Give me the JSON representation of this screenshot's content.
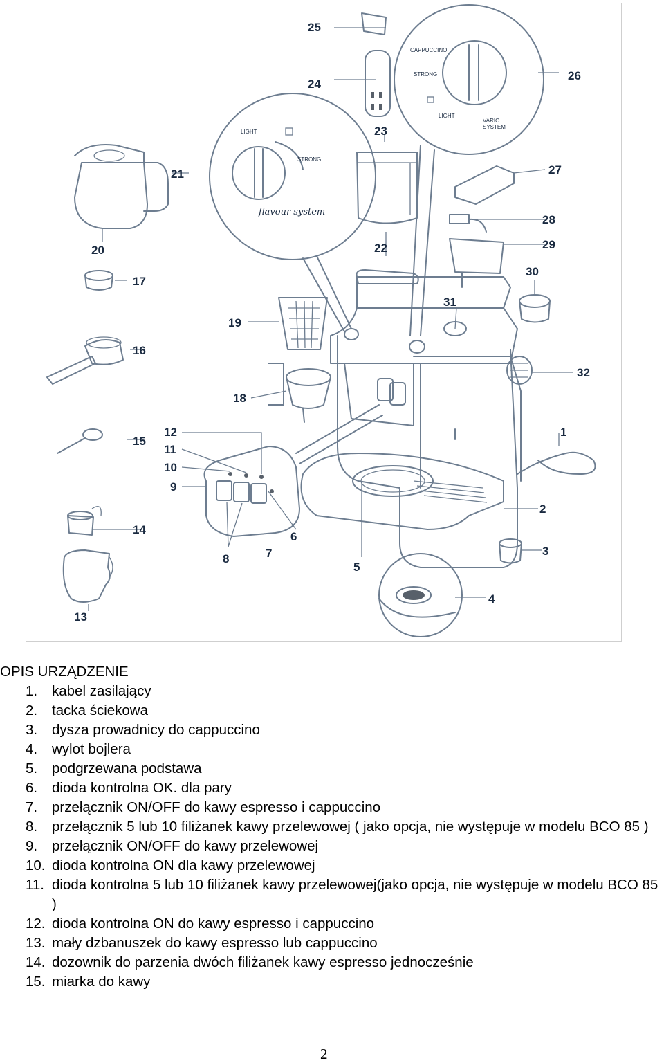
{
  "figure": {
    "callouts": [
      "1",
      "2",
      "3",
      "4",
      "5",
      "6",
      "7",
      "8",
      "9",
      "10",
      "11",
      "12",
      "13",
      "14",
      "15",
      "16",
      "17",
      "18",
      "19",
      "20",
      "21",
      "22",
      "23",
      "24",
      "25",
      "26",
      "27",
      "28",
      "29",
      "30",
      "31",
      "32"
    ],
    "flavour_dial": {
      "light": "LIGHT",
      "strong": "STRONG",
      "caption": "flavour system"
    },
    "vario_dial": {
      "cappuccino": "CAPPUCCINO",
      "strong": "STRONG",
      "light": "LIGHT",
      "vario": "VARIO",
      "system": "SYSTEM"
    }
  },
  "section": {
    "heading": "OPIS URZĄDZENIE",
    "items": [
      {
        "num": "1.",
        "text": "kabel zasilający"
      },
      {
        "num": "2.",
        "text": "tacka ściekowa"
      },
      {
        "num": "3.",
        "text": "dysza prowadnicy do cappuccino"
      },
      {
        "num": "4.",
        "text": "wylot bojlera"
      },
      {
        "num": "5.",
        "text": "podgrzewana podstawa"
      },
      {
        "num": "6.",
        "text": "dioda kontrolna OK. dla pary"
      },
      {
        "num": "7.",
        "text": "przełącznik ON/OFF do kawy espresso i cappuccino"
      },
      {
        "num": "8.",
        "text": "przełącznik 5 lub 10 filiżanek kawy przelewowej ( jako opcja, nie występuje w modelu BCO 85 )"
      },
      {
        "num": "9.",
        "text": "przełącznik ON/OFF do kawy przelewowej"
      },
      {
        "num": "10.",
        "text": "dioda kontrolna ON dla kawy przelewowej"
      },
      {
        "num": "11.",
        "text": "dioda kontrolna 5 lub 10 filiżanek kawy przelewowej(jako opcja, nie występuje w modelu BCO 85 )"
      },
      {
        "num": "12.",
        "text": "dioda kontrolna ON do kawy espresso i cappuccino"
      },
      {
        "num": "13.",
        "text": "mały dzbanuszek do kawy espresso lub cappuccino"
      },
      {
        "num": "14.",
        "text": "dozownik do parzenia dwóch filiżanek kawy espresso jednocześnie"
      },
      {
        "num": "15.",
        "text": "miarka do kawy"
      }
    ]
  },
  "page_number": "2"
}
